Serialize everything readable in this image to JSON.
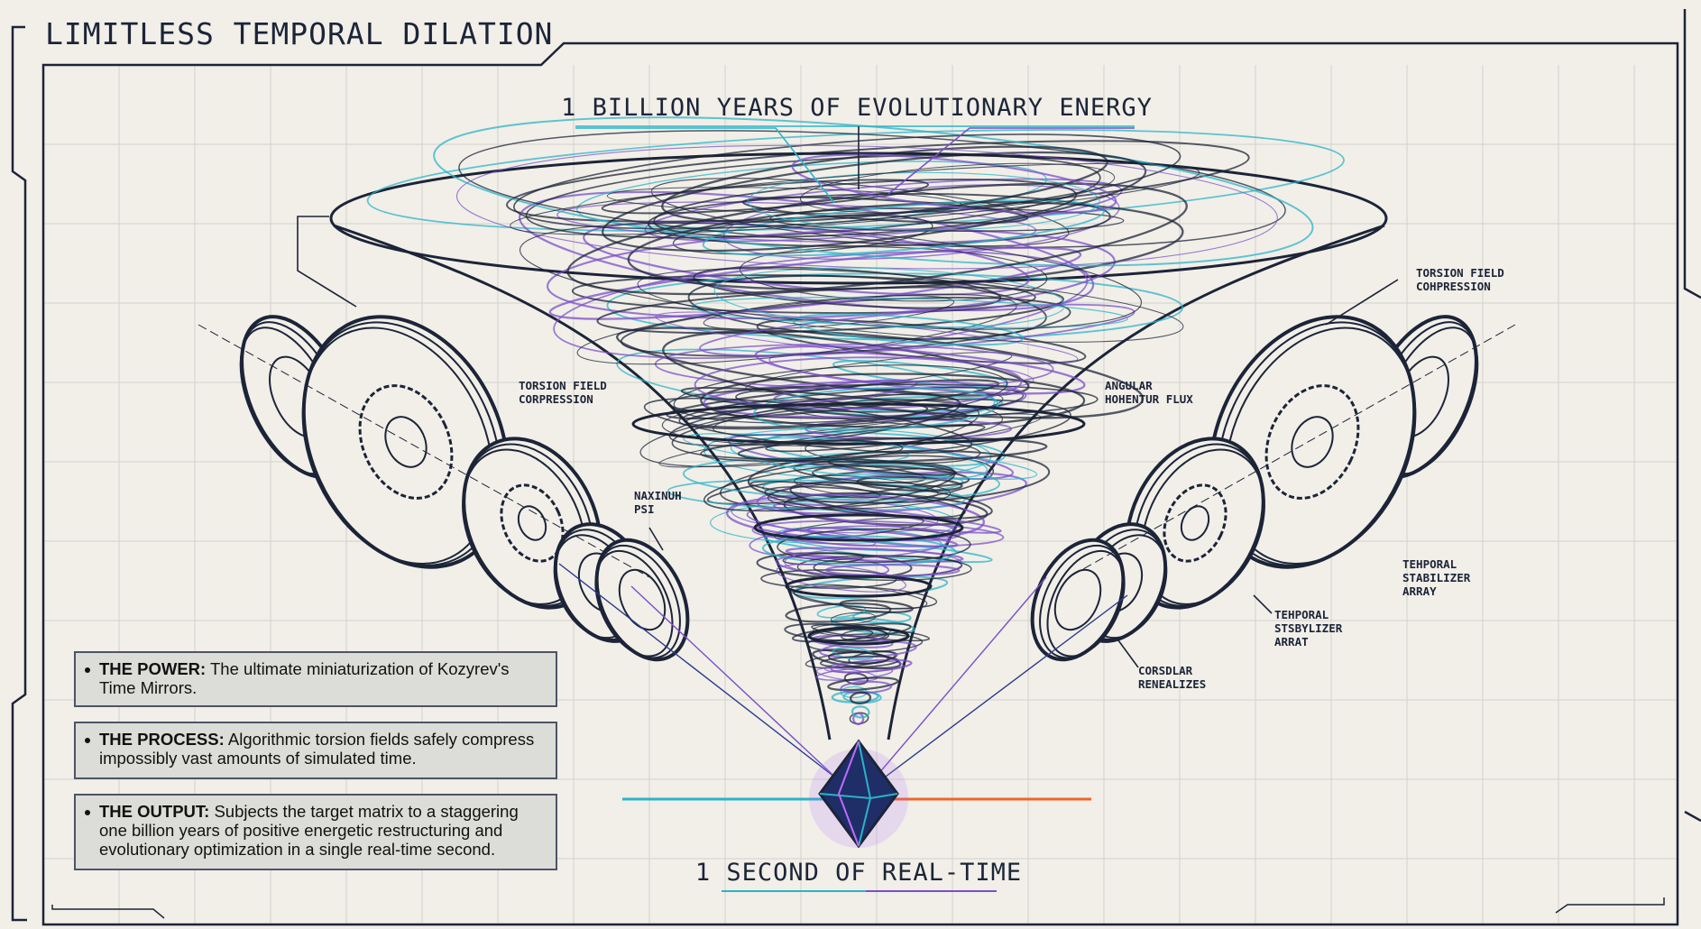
{
  "title": "LIMITLESS TEMPORAL DILATION",
  "top_label": "1 BILLION YEARS OF EVOLUTIONARY ENERGY",
  "bottom_label": "1 SECOND OF REAL-TIME",
  "annotations": {
    "left_torsion": "TORSION FIELD\nCORPRESSION",
    "max_psi": "NAXINUH\nPSI",
    "angular_flux": "ANGULAR\nHOHENTUR FLUX",
    "right_torsion": "TORSION FIELD\nCOHPRESSION",
    "right_stabilizer": "TEHPORAL\nSTABILIZER\nARRAY",
    "inner_stabilizer": "TEHPORAL\nSTSBYLIZER\nARRAT",
    "corsdlar": "CORSDLAR\nRENEALIZES"
  },
  "info_boxes": [
    {
      "heading": "THE POWER:",
      "text": " The ultimate miniaturization of Kozyrev's Time Mirrors."
    },
    {
      "heading": "THE PROCESS:",
      "text": " Algorithmic torsion fields safely compress impossibly vast amounts of simulated time."
    },
    {
      "heading": "THE OUTPUT:",
      "text": " Subjects the target matrix to a staggering one billion years of positive energetic restructuring and evolutionary optimization in a single real-time second."
    }
  ],
  "colors": {
    "ink": "#1c2438",
    "cyan": "#2bb3c8",
    "purple": "#7a4fc9",
    "orange": "#f0642a",
    "paper": "#f1efe8"
  }
}
